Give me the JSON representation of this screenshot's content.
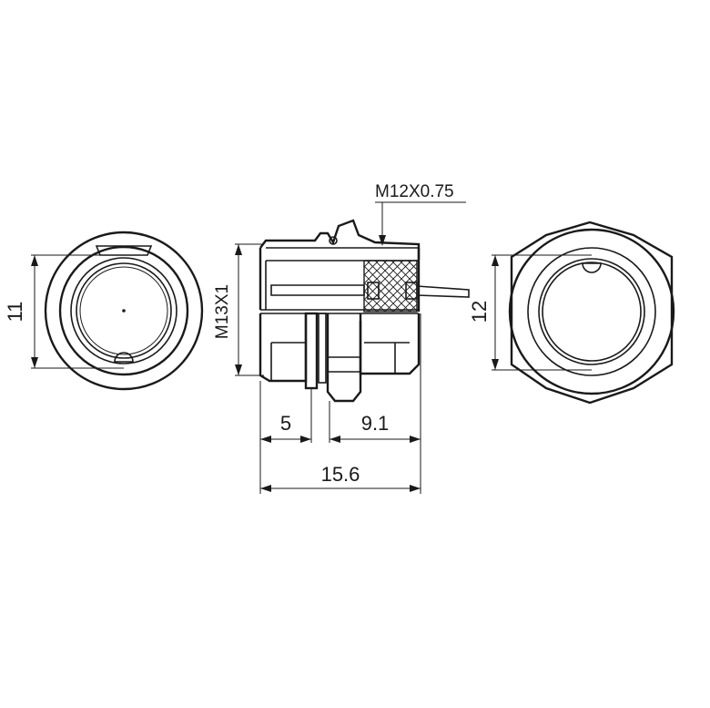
{
  "dimensions": {
    "left_height": "11",
    "thread_major": "M13X1",
    "thread_minor": "M12X0.75",
    "left_length": "5",
    "right_length": "9.1",
    "total_length": "15.6",
    "right_height": "12"
  }
}
